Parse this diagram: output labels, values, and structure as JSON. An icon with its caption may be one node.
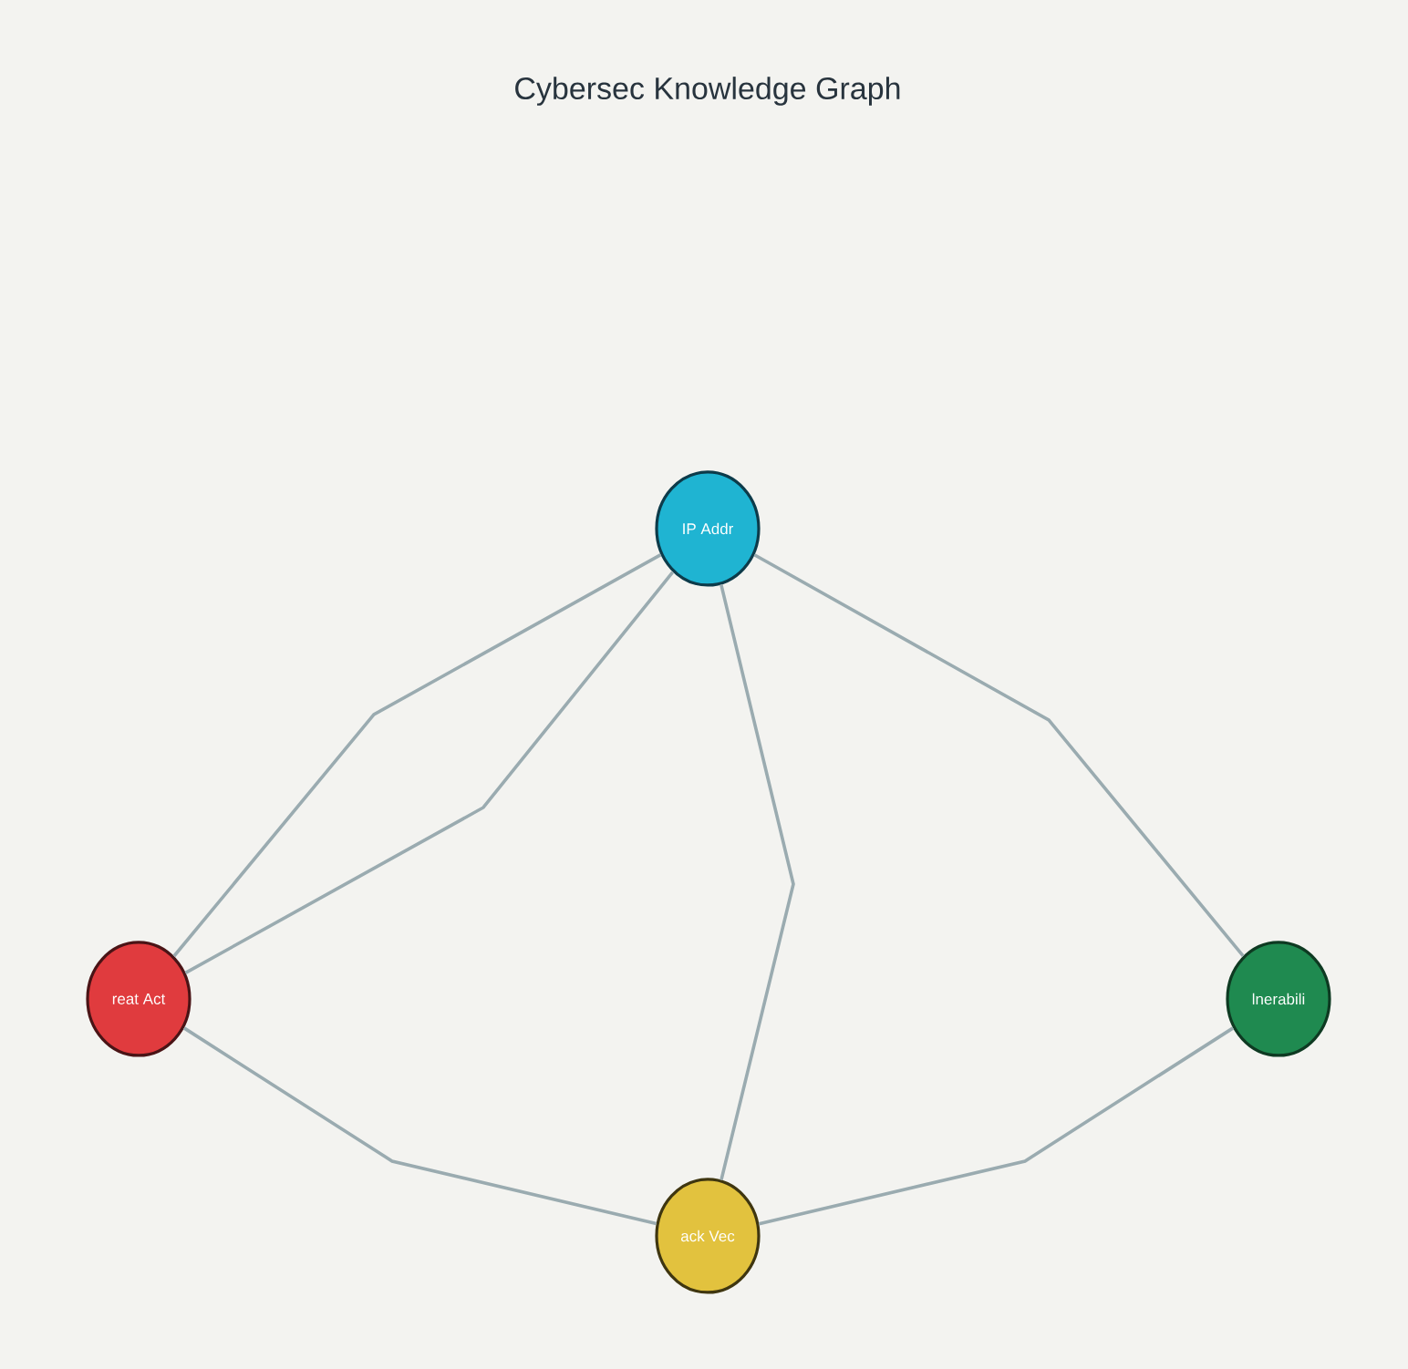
{
  "diagram": {
    "title": "Cybersec Knowledge Graph",
    "nodes": [
      {
        "text": [
          "IP Addr"
        ]
      },
      {
        "text": [
          "reat Act"
        ]
      },
      {
        "text": [
          "lnerabili"
        ]
      },
      {
        "text": [
          "ack Vec"
        ]
      }
    ],
    "edges": [
      {
        "from": 0,
        "to": 1,
        "arrow": "none"
      },
      {
        "from": 0,
        "to": 1,
        "arrow": "none"
      },
      {
        "from": 0,
        "to": 3,
        "arrow": "none"
      },
      {
        "from": 0,
        "to": 2,
        "arrow": "none"
      },
      {
        "from": 1,
        "to": 3,
        "arrow": "none"
      },
      {
        "from": 2,
        "to": 3,
        "arrow": "none"
      }
    ]
  }
}
